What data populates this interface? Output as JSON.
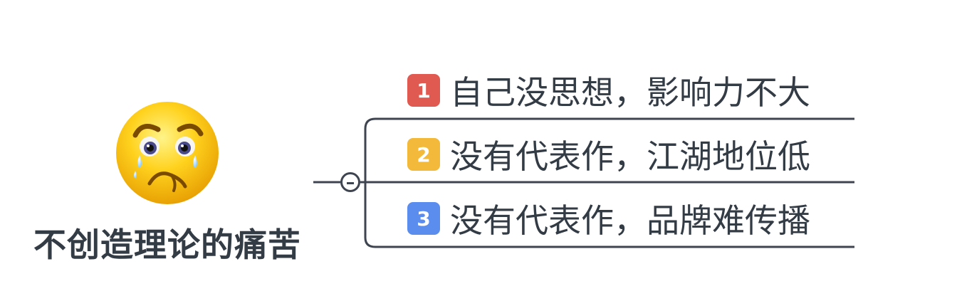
{
  "root": {
    "title": "不创造理论的痛苦",
    "icon": "crying-face-icon"
  },
  "branches": [
    {
      "number": "1",
      "color": "#e05a52",
      "text": "自己没思想，影响力不大"
    },
    {
      "number": "2",
      "color": "#f2b93b",
      "text": "没有代表作，江湖地位低"
    },
    {
      "number": "3",
      "color": "#5b8def",
      "text": "没有代表作，品牌难传播"
    }
  ]
}
